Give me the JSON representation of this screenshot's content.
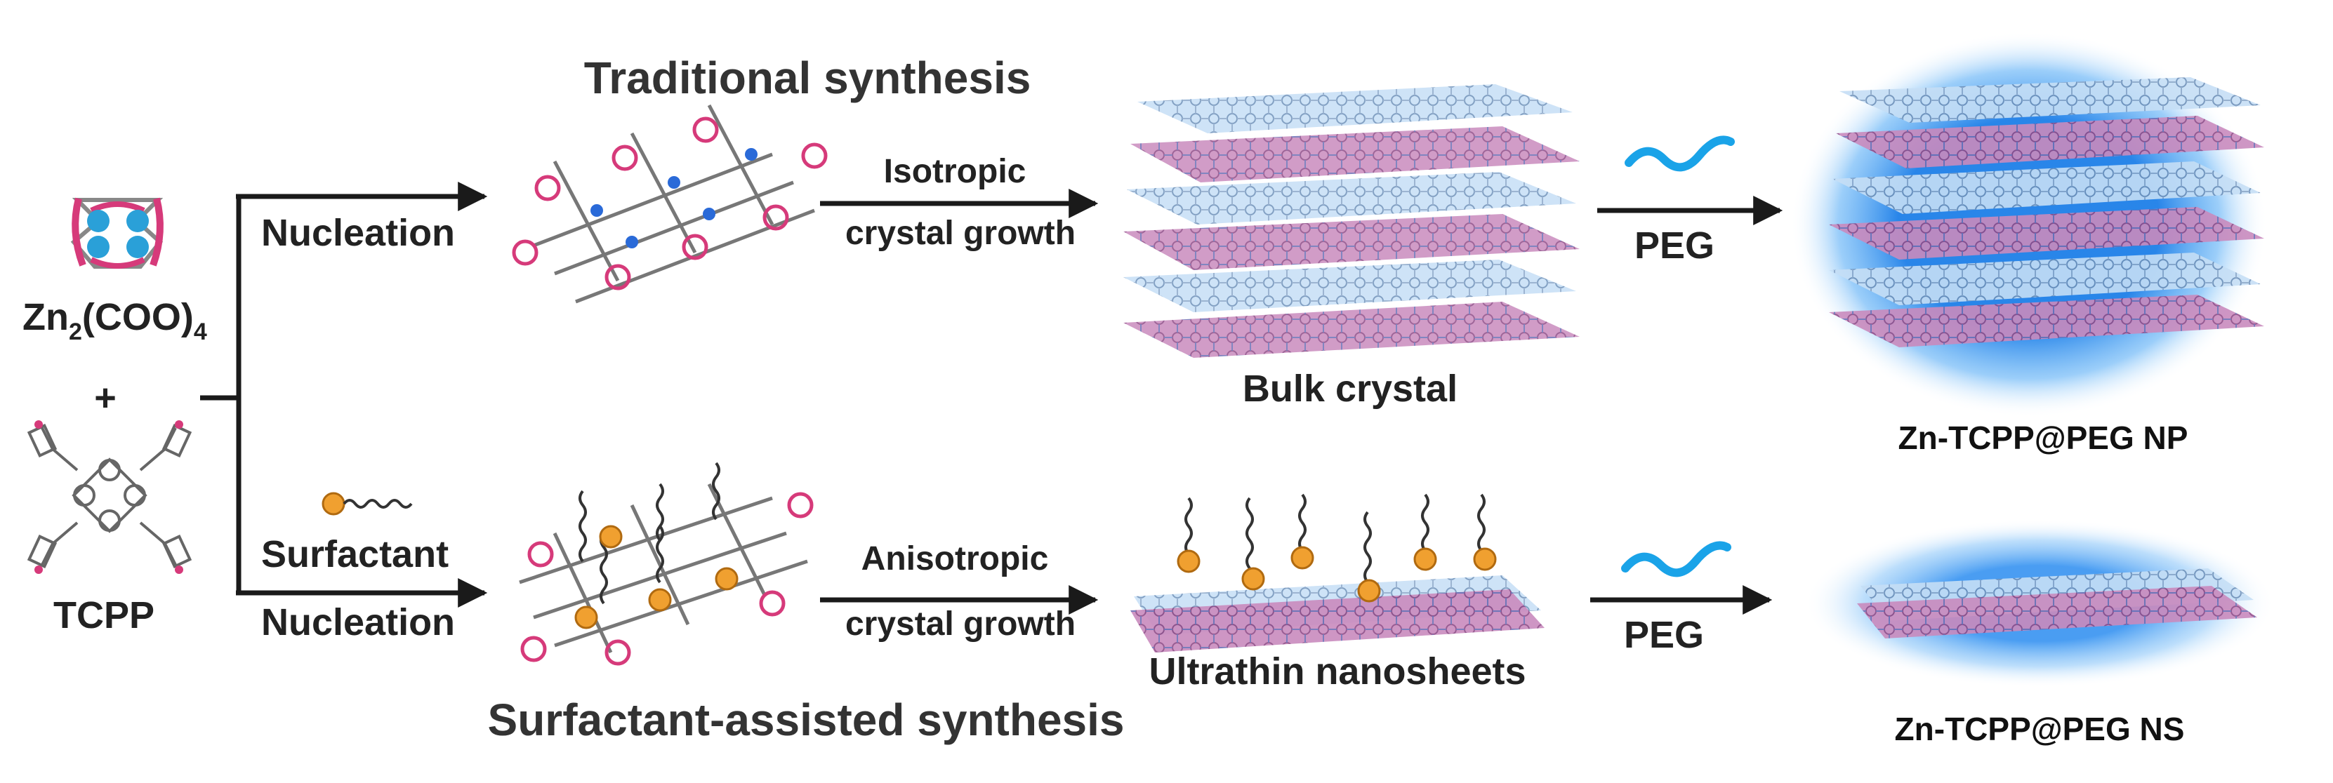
{
  "titles": {
    "top": "Traditional synthesis",
    "bottom": "Surfactant-assisted synthesis"
  },
  "reactants": {
    "zn_main": "Zn",
    "zn_sub": "2",
    "zn_mid": "(COO)",
    "zn_sub2": "4",
    "plus": "+",
    "tcpp": "TCPP"
  },
  "steps": {
    "nucleation_top": "Nucleation",
    "surfactant": "Surfactant",
    "nucleation_bottom": "Nucleation",
    "iso_line1": "Isotropic",
    "iso_line2": "crystal growth",
    "aniso_line1": "Anisotropic",
    "aniso_line2": "crystal growth",
    "peg_top": "PEG",
    "peg_bottom": "PEG"
  },
  "products": {
    "bulk": "Bulk crystal",
    "nanosheets": "Ultrathin nanosheets",
    "np": "Zn-TCPP@PEG NP",
    "ns": "Zn-TCPP@PEG NS"
  },
  "colors": {
    "arrow": "#1a1a1a",
    "peg": "#1aa3e8",
    "layer_pink": "#c77fb6",
    "layer_blue": "#a9cdf0",
    "glow": "#2a8cf0",
    "surfactant_head": "#f0a030",
    "zn_node": "#2aa0d8",
    "zn_link": "#d63a7a"
  },
  "icons": {
    "peg": "peg-polymer-icon",
    "surfactant": "surfactant-molecule-icon",
    "zn_cluster": "zn-paddlewheel-icon",
    "tcpp": "tcpp-porphyrin-icon"
  }
}
